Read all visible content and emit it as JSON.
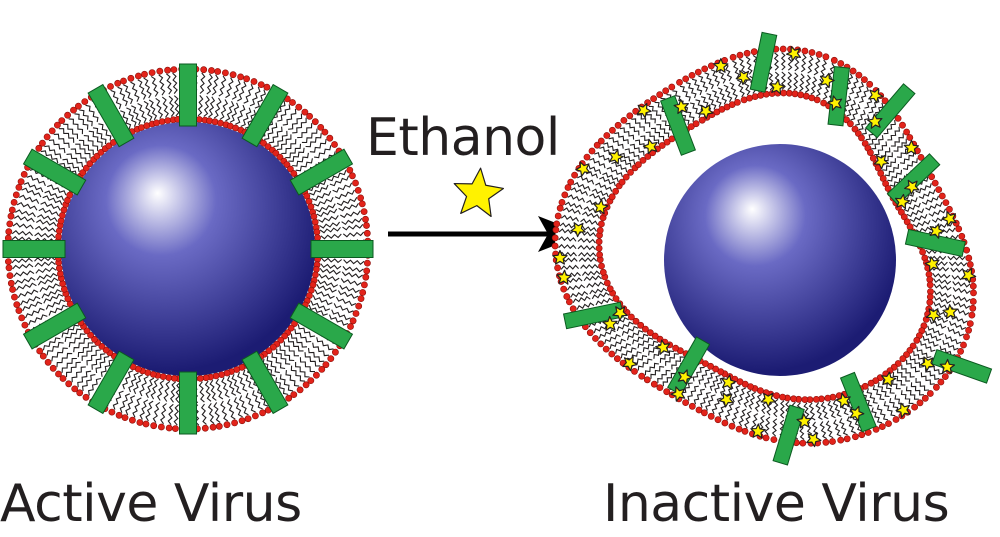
{
  "labels": {
    "reagent": "Ethanol",
    "left_caption": "Active Virus",
    "right_caption": "Inactive Virus"
  },
  "colors": {
    "core_highlight": "#ffffff",
    "core_mid": "#6a6ac4",
    "core_dark": "#1c1c73",
    "lipid_head": "#e2231a",
    "lipid_head_stroke": "#8c0f0a",
    "lipid_tail": "#231f20",
    "protein_fill": "#2aa84a",
    "protein_stroke": "#0b5a20",
    "ethanol_fill": "#fff200",
    "ethanol_stroke": "#231f20",
    "arrow": "#000000"
  },
  "icons": {
    "ethanol_molecule": "star-icon",
    "reaction_arrow": "right-arrow-icon"
  }
}
